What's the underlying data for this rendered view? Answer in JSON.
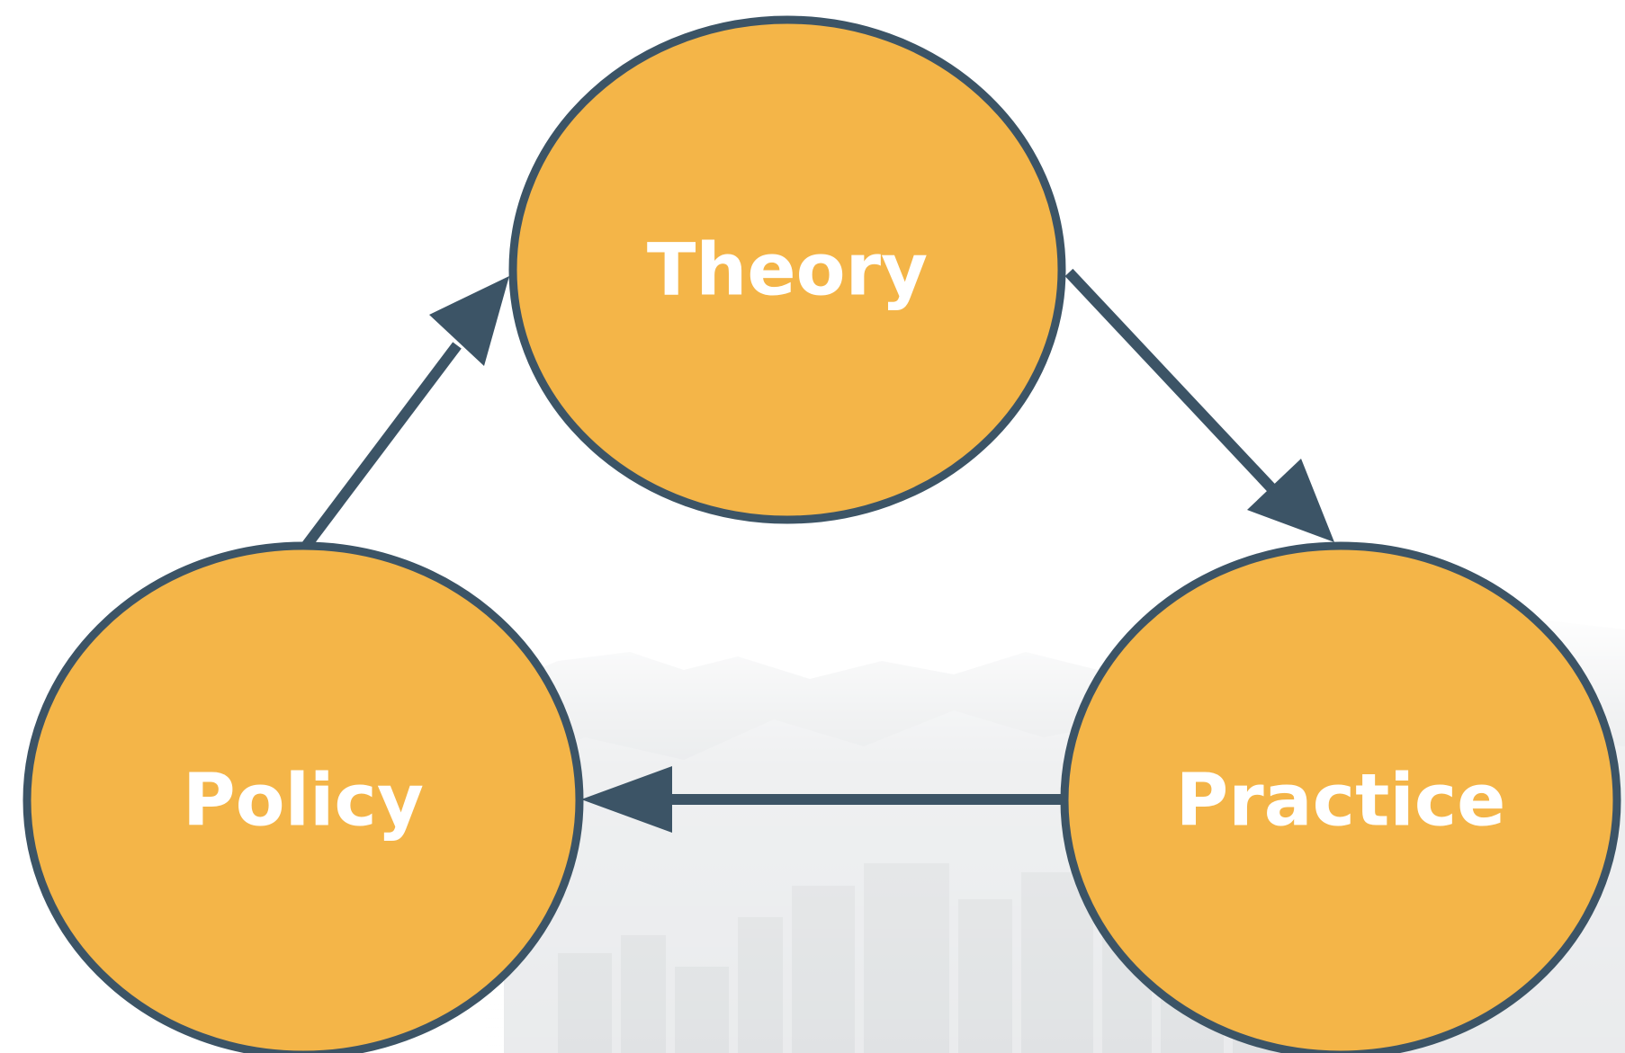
{
  "diagram": {
    "type": "cycle",
    "nodes": [
      {
        "id": "theory",
        "label": "Theory"
      },
      {
        "id": "practice",
        "label": "Practice"
      },
      {
        "id": "policy",
        "label": "Policy"
      }
    ],
    "edges": [
      {
        "from": "theory",
        "to": "practice"
      },
      {
        "from": "practice",
        "to": "policy"
      },
      {
        "from": "policy",
        "to": "theory"
      }
    ]
  },
  "colors": {
    "node_fill": "#F4B548",
    "stroke": "#3C5466",
    "label": "#FFFFFF",
    "background_art": "#D6D9DB"
  },
  "background": {
    "image": "faded-city-skyline-with-mountains"
  }
}
